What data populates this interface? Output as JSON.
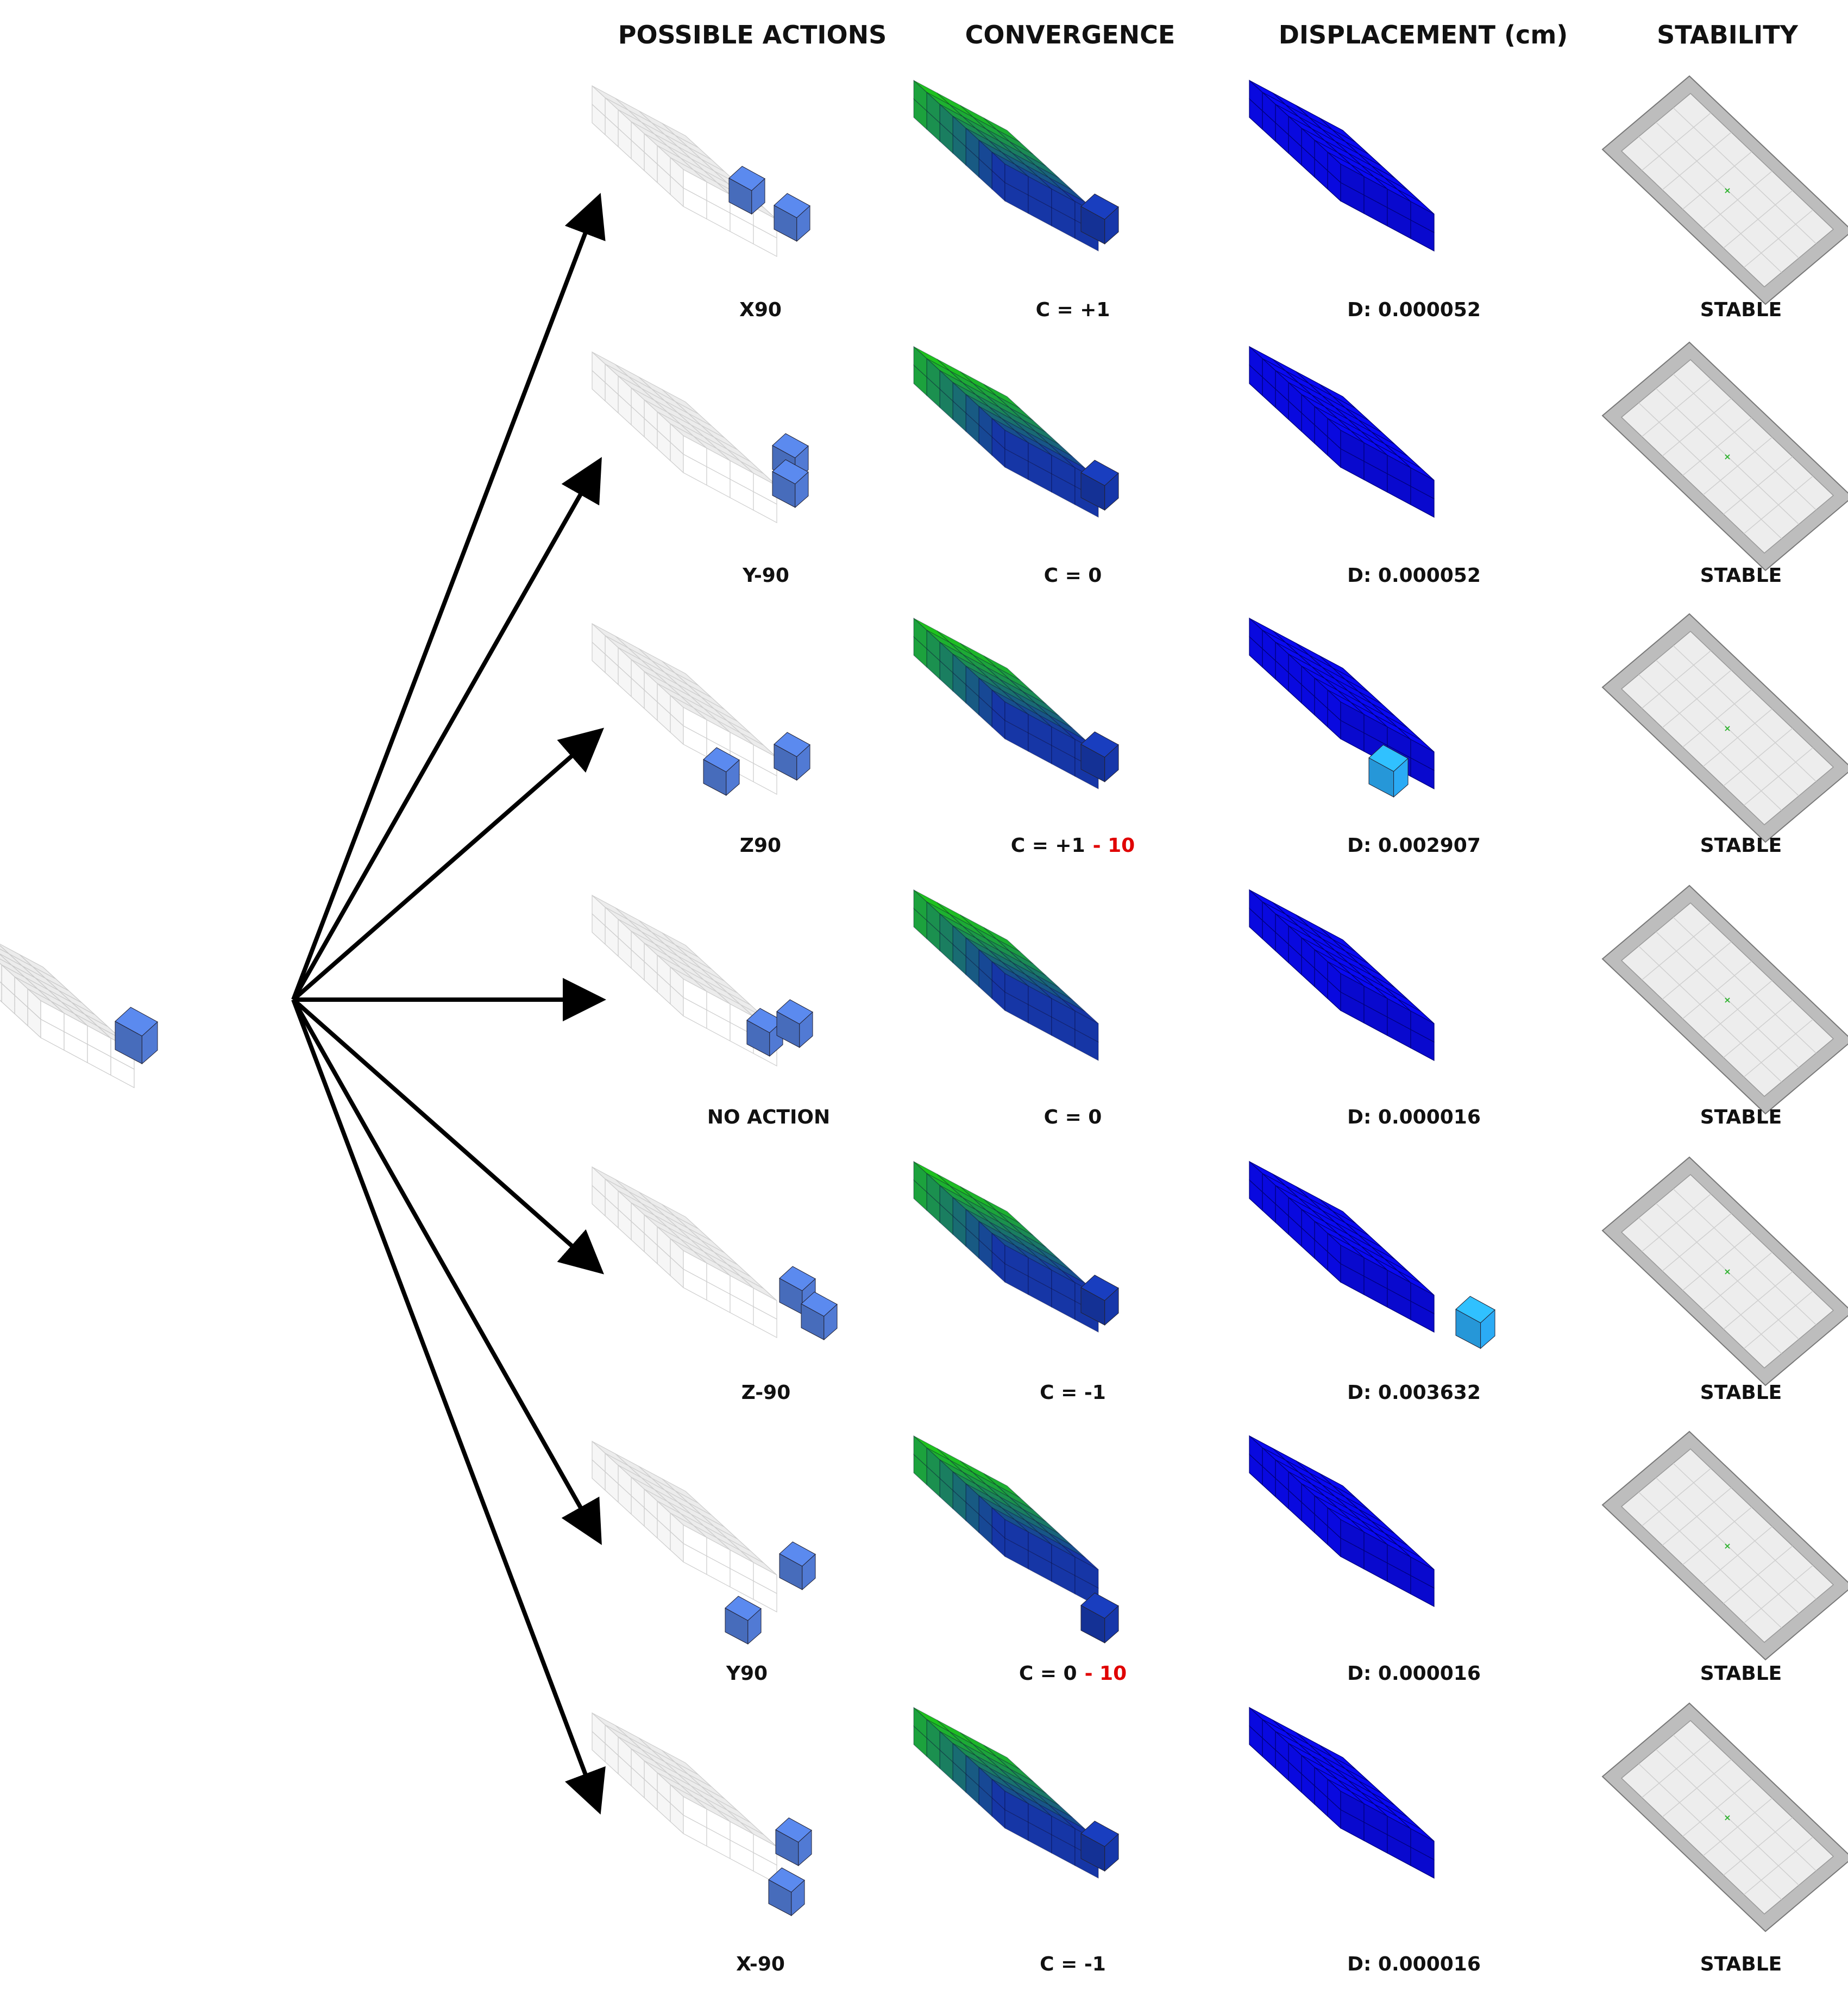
{
  "headers": {
    "actions": "POSSIBLE ACTIONS",
    "convergence": "CONVERGENCE",
    "displacement": "DISPLACEMENT (cm)",
    "stability": "STABILITY"
  },
  "rows": [
    {
      "action": "X90",
      "convergence": "C = +1",
      "penalty": "",
      "displacement": "D: 0.000052",
      "stability": "STABLE"
    },
    {
      "action": "Y-90",
      "convergence": "C = 0",
      "penalty": "",
      "displacement": "D: 0.000052",
      "stability": "STABLE"
    },
    {
      "action": "Z90",
      "convergence": "C = +1",
      "penalty": "- 10",
      "displacement": "D: 0.002907",
      "stability": "STABLE"
    },
    {
      "action": "NO ACTION",
      "convergence": "C = 0",
      "penalty": "",
      "displacement": "D: 0.000016",
      "stability": "STABLE"
    },
    {
      "action": "Z-90",
      "convergence": "C = -1",
      "penalty": "",
      "displacement": "D: 0.003632",
      "stability": "STABLE"
    },
    {
      "action": "Y90",
      "convergence": "C = 0",
      "penalty": "- 10",
      "displacement": "D: 0.000016",
      "stability": "STABLE"
    },
    {
      "action": "X-90",
      "convergence": "C = -1",
      "penalty": "",
      "displacement": "D: 0.000016",
      "stability": "STABLE"
    }
  ],
  "colors": {
    "penalty": "#e00000",
    "white_top": "#ececec",
    "white_left": "#f6f6f6",
    "white_right": "#ffffff",
    "highlight_blue": "#4f78d0",
    "conv_green": "#1ec21e",
    "conv_blue": "#1636a6",
    "disp_blue": "#0a0af2",
    "disp_light": "#2aa8f0",
    "plate_outer": "#bdbdbd",
    "plate_inner": "#ededed",
    "center_mark": "#2fb32f"
  }
}
